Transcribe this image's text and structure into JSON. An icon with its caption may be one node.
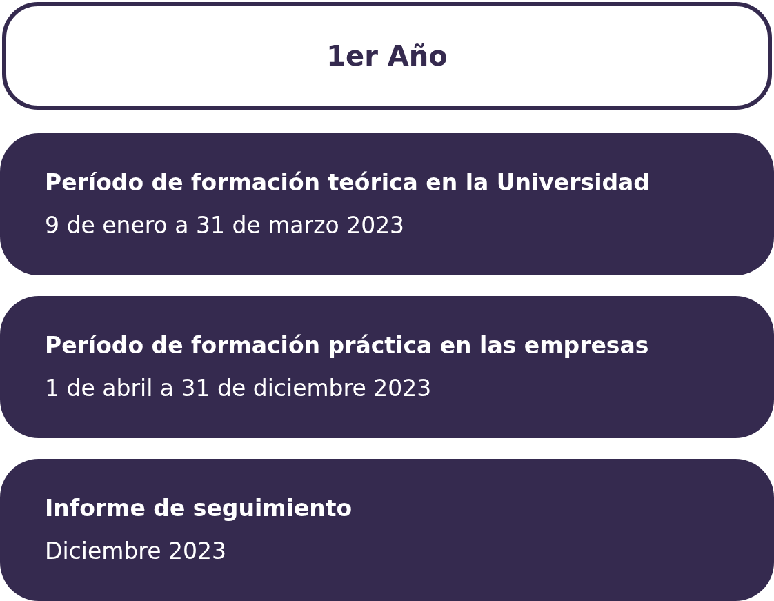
{
  "diagram": {
    "nodes": [
      {
        "text": [
          "1er Año"
        ]
      },
      {
        "text": [
          "Período de formación teórica en la Universidad",
          "9 de enero a 31 de marzo 2023"
        ]
      },
      {
        "text": [
          "Período de formación práctica en las empresas",
          "1 de abril a 31 de diciembre 2023"
        ]
      },
      {
        "text": [
          "Informe de seguimiento",
          "Diciembre 2023"
        ]
      }
    ]
  }
}
